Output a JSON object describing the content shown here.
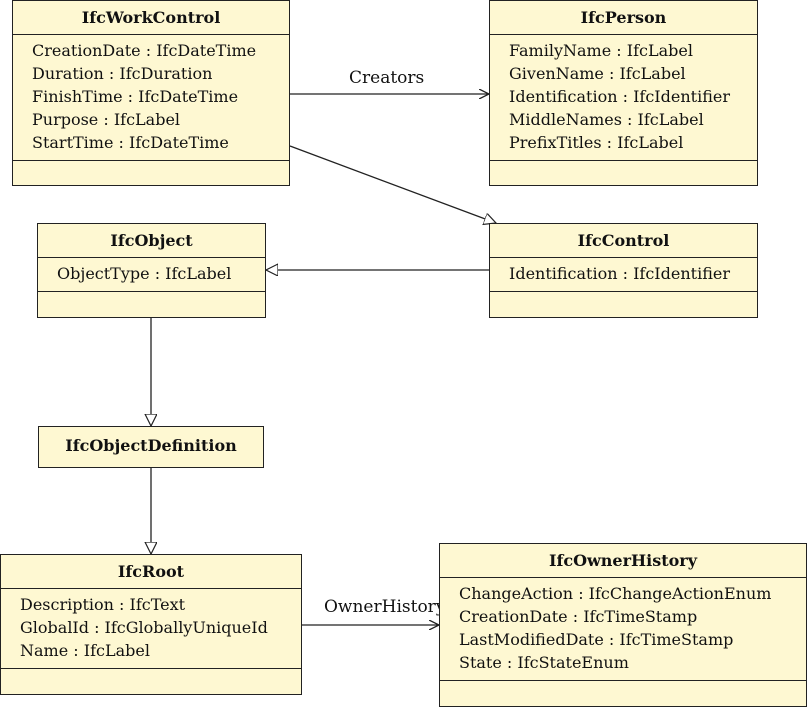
{
  "classes": {
    "workcontrol": {
      "name": "IfcWorkControl",
      "attributes": [
        "CreationDate : IfcDateTime",
        "Duration : IfcDuration",
        "FinishTime : IfcDateTime",
        "Purpose : IfcLabel",
        "StartTime : IfcDateTime"
      ]
    },
    "person": {
      "name": "IfcPerson",
      "attributes": [
        "FamilyName : IfcLabel",
        "GivenName : IfcLabel",
        "Identification : IfcIdentifier",
        "MiddleNames : IfcLabel",
        "PrefixTitles : IfcLabel"
      ]
    },
    "object": {
      "name": "IfcObject",
      "attributes": [
        "ObjectType : IfcLabel"
      ]
    },
    "control": {
      "name": "IfcControl",
      "attributes": [
        "Identification : IfcIdentifier"
      ]
    },
    "objectdefinition": {
      "name": "IfcObjectDefinition"
    },
    "root": {
      "name": "IfcRoot",
      "attributes": [
        "Description : IfcText",
        "GlobalId : IfcGloballyUniqueId",
        "Name : IfcLabel"
      ]
    },
    "ownerhistory": {
      "name": "IfcOwnerHistory",
      "attributes": [
        "ChangeAction : IfcChangeActionEnum",
        "CreationDate : IfcTimeStamp",
        "LastModifiedDate : IfcTimeStamp",
        "State : IfcStateEnum"
      ]
    }
  },
  "associations": {
    "creators": "Creators",
    "owner_history": "OwnerHistory"
  },
  "colors": {
    "class_fill": "#fef8d2",
    "stroke": "#222222"
  }
}
